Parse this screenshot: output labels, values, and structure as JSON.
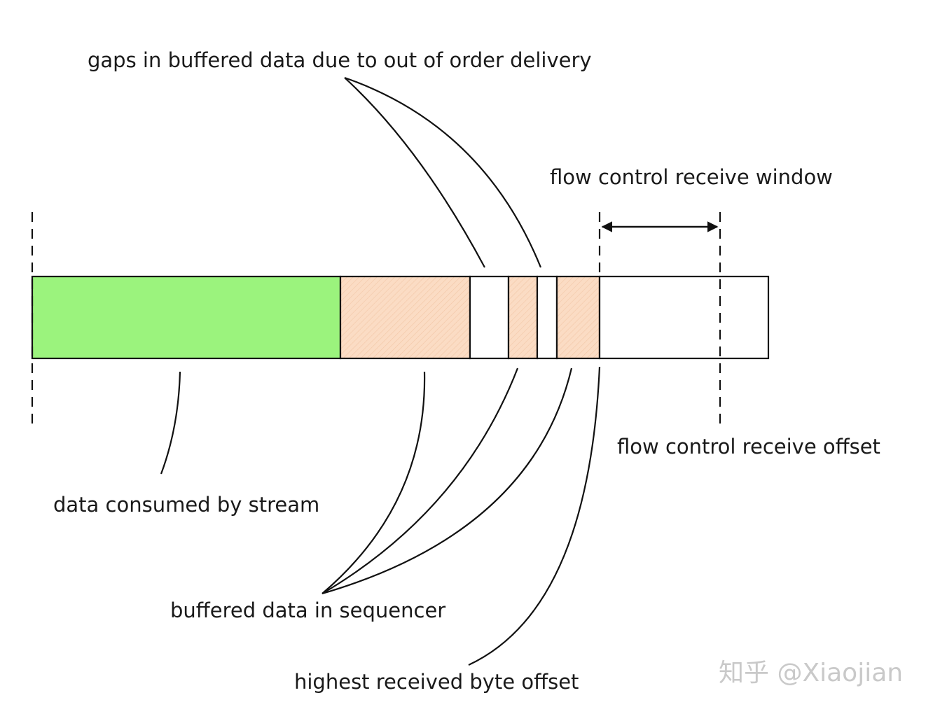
{
  "labels": {
    "gaps": "gaps in buffered data due to out of order delivery",
    "window": "flow control receive window",
    "consumed": "data consumed by stream",
    "receive_offset": "flow control receive offset",
    "buffered": "buffered data in sequencer",
    "highest": "highest received byte offset"
  },
  "watermark": "知乎 @Xiaojian",
  "colors": {
    "consumed": "#9bf37d",
    "buffered": "#fbdcc4",
    "gap": "#ffffff",
    "window": "#ffffff",
    "line": "#111111"
  }
}
